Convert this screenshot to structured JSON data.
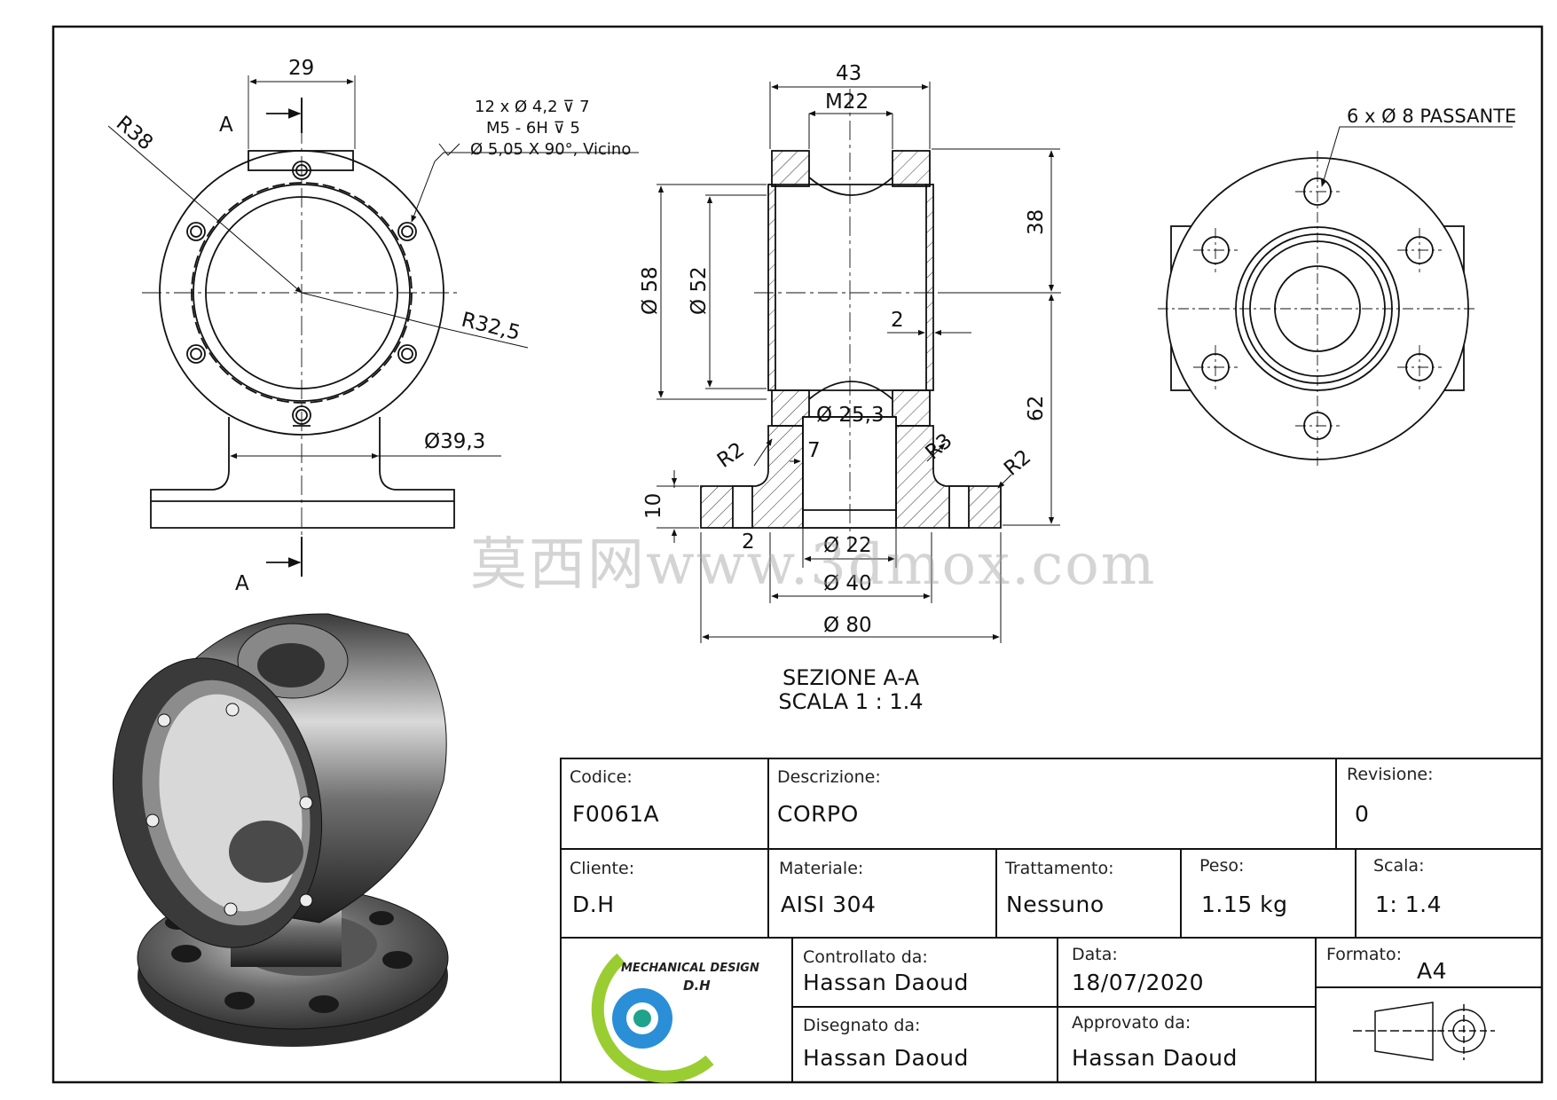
{
  "drawing": {
    "section_title": "SEZIONE A-A",
    "section_scale": "SCALA 1 : 1.4",
    "watermark": "莫西网www.3dmox.com",
    "front_view": {
      "dim_width": "29",
      "section_label_top": "A",
      "section_label_bottom": "A",
      "radius_outer": "R38",
      "radius_inner": "R32,5",
      "diameter_bolt": "Ø39,3",
      "hole_note_1": "12 x Ø 4,2 ⊽ 7",
      "hole_note_2": "M5 - 6H ⊽ 5",
      "hole_note_3": "Ø 5,05 X 90°, Vicino"
    },
    "section_view": {
      "dim_43": "43",
      "dim_m22": "M22",
      "dim_38": "38",
      "dim_62": "62",
      "dim_58": "Ø 58",
      "dim_52": "Ø 52",
      "dim_2": "2",
      "dim_25": "Ø 25,3",
      "dim_7": "7",
      "dim_10": "10",
      "dim_r2_left": "R2",
      "dim_r3": "R3",
      "dim_r2_right": "R2",
      "dim_2_bottom": "2",
      "dim_22": "Ø 22",
      "dim_40": "Ø 40",
      "dim_80": "Ø 80"
    },
    "top_view": {
      "note": "6 x Ø 8 PASSANTE"
    }
  },
  "title_block": {
    "codice_label": "Codice:",
    "codice_value": "F0061A",
    "descrizione_label": "Descrizione:",
    "descrizione_value": "CORPO",
    "revisione_label": "Revisione:",
    "revisione_value": "0",
    "cliente_label": "Cliente:",
    "cliente_value": "D.H",
    "materiale_label": "Materiale:",
    "materiale_value": "AISI 304",
    "trattamento_label": "Trattamento:",
    "trattamento_value": "Nessuno",
    "peso_label": "Peso:",
    "peso_value": "1.15 kg",
    "scala_label": "Scala:",
    "scala_value": "1: 1.4",
    "controllato_label": "Controllato da:",
    "controllato_value": "Hassan Daoud",
    "data_label": "Data:",
    "data_value": "18/07/2020",
    "formato_label": "Formato:",
    "formato_value": "A4",
    "disegnato_label": "Disegnato da:",
    "disegnato_value": "Hassan Daoud",
    "approvato_label": "Approvato da:",
    "approvato_value": "Hassan Daoud",
    "logo_line1": "MECHANICAL DESIGN",
    "logo_line2": "D.H"
  },
  "colors": {
    "line": "#111111",
    "hatch": "#333333",
    "logo_green": "#9acd32",
    "logo_blue": "#2a8fd6"
  }
}
